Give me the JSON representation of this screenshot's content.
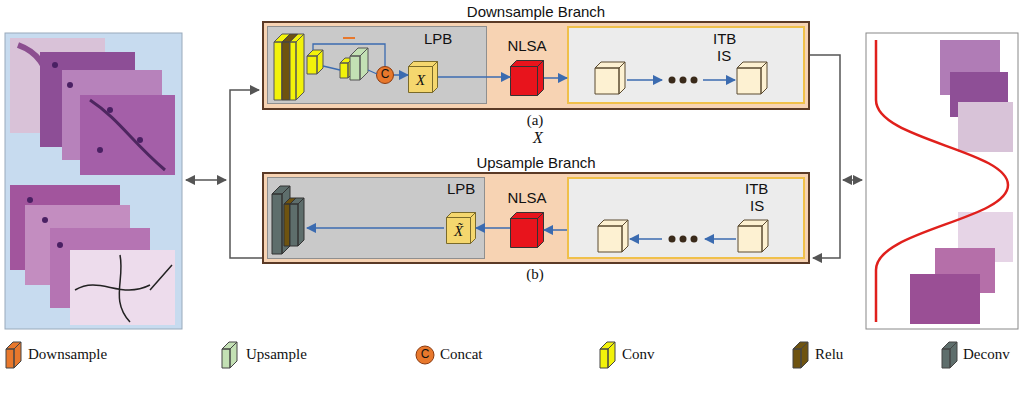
{
  "diagram": {
    "nodes": [
      {
        "text": [
          "Downsample Branch"
        ]
      },
      {
        "text": [
          "LPB"
        ],
        "in": 0
      },
      {
        "text": [
          "C"
        ],
        "in": 1
      },
      {
        "text": [
          "X"
        ],
        "in": 1
      },
      {
        "text": [
          "NLSA"
        ],
        "in": 0
      },
      {
        "text": [
          "ITB",
          "IS"
        ],
        "in": 0
      },
      {
        "text": [
          "Upsample Branch"
        ]
      },
      {
        "text": [
          "LPB"
        ],
        "in": 6
      },
      {
        "text": [
          "X̃"
        ],
        "in": 7
      },
      {
        "text": [
          "NLSA"
        ],
        "in": 6
      },
      {
        "text": [
          "ITB",
          "IS"
        ],
        "in": 6
      }
    ],
    "edges": [
      {
        "from": 2,
        "to": 3,
        "arrow": "to"
      },
      {
        "from": 3,
        "to": 4,
        "arrow": "to"
      },
      {
        "from": 4,
        "to": 5,
        "arrow": "to"
      },
      {
        "from": 10,
        "to": 9,
        "arrow": "to"
      },
      {
        "from": 9,
        "to": 8,
        "arrow": "to"
      }
    ],
    "labels": [
      "(a)",
      "X",
      "(b)",
      "C"
    ],
    "legend": [
      {
        "text": "Downsample",
        "color": "#e8782c"
      },
      {
        "text": "Upsample",
        "color": "#c3e0b4"
      },
      {
        "text": "Concat"
      },
      {
        "text": "Conv",
        "color": "#f2f20a"
      },
      {
        "text": "Relu",
        "color": "#6e5310"
      },
      {
        "text": "Deconv",
        "color": "#5e6e6c"
      }
    ]
  }
}
